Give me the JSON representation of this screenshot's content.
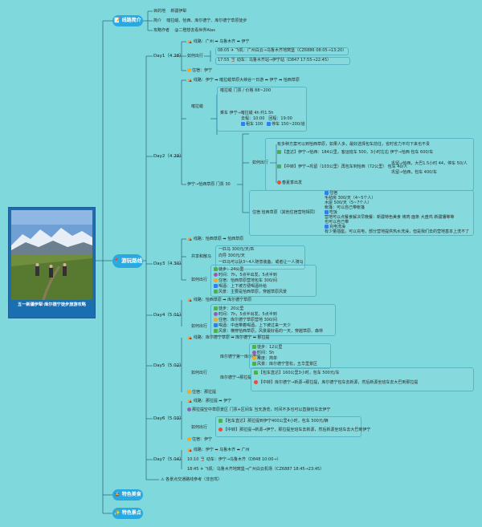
{
  "cover": {
    "title": "五一新疆伊犁·库尔德宁徒步旅游攻略"
  },
  "branches": {
    "intro": "📝 线路简介",
    "route": "📍 游玩路线",
    "food": "🍲 特色美食",
    "spots": "✨ 特色景点"
  },
  "intro_items": [
    {
      "k": "目的地",
      "v": "新疆伊犁"
    },
    {
      "k": "简介",
      "v": "喀拉峻、恰西、库尔德宁、库尔德宁草原徒步"
    },
    {
      "k": "攻略作者",
      "v": "@二橙想去看世界Alas"
    }
  ],
  "days": [
    {
      "label": "Day1（4.28）",
      "rows": [
        "⛺ 线路：广州 ➡ 乌鲁木齐 ➡ 伊宁",
        "如何出行",
        "08:05 ✈ 飞机：广州白云→乌鲁木齐地窝堡（CZ6886 08:05→13:20）",
        "17:55 🚆 动车：乌鲁木齐站→伊宁站（D847 17:55→22:45）",
        "住宿：伊宁"
      ]
    },
    {
      "label": "Day2（4.29）",
      "rows": [
        "⛺ 线路：伊宁 ➡ 喀拉峻草原大峡谷一日游 ➡ 伊宁 ➡ 恰西草原",
        "喀拉峻 门票 / 价格 88~200",
        "乘车 伊宁→喀拉峻 4h 约1.5h",
        "伊宁→恰西草原 门票 30",
        "如何出行",
        "【直达】伊宁→恰西：184公里，客运班车 500，3小时左右 伊宁→恰西 包车 600/车",
        "【中转】伊宁→巩留（103公里）再包车到恰西（72公里） 包车 40/人",
        "巩留→恰西，大巴1.5小时 44，停车 50/人",
        "巩留→恰西，包车 400/车",
        "春夏季出发",
        "住宿 恰西草原（其他住宿营地相同）"
      ]
    },
    {
      "label": "Day3（4.30）",
      "rows": [
        "⛺ 线路：恰西草原 ➡ 恰西草原",
        "共享和散马",
        "一匹马 300元/天/匹",
        "向导 300元/天",
        "一匹马可以驮3~4人随意装备，或者让一人骑马",
        "如何出行",
        "徒步：24公里",
        "时间：7h，5点半出发，5点半到",
        "住宿：恰西草原营地包车 300/间",
        "喝酒：上下坡方便喝酒补给",
        "风景：主要是恰西草原，穿越草原风景"
      ]
    },
    {
      "label": "Day4（5.01）",
      "rows": [
        "⛺ 线路：恰西草原 ➡ 库尔德宁草原",
        "如何出行",
        "徒步：20公里",
        "时间：7h，5点半出发，5点半到",
        "住宿：库尔德宁草原营地 300/间",
        "喝酒：中途带着喝酒，上下坡过来一天少",
        "风景：横穿恰西草原，风景最好看的一天，穿越草原、森林"
      ]
    },
    {
      "label": "Day5（5.02）",
      "rows": [
        "⛺ 线路：库尔德宁草原 ➡ 库尔德宁 ➡ 那拉提",
        "库尔德宁第一库尔德宁",
        "徒步：12公里",
        "时间：5h",
        "难度：简单",
        "风景：库尔德宁雪松，五华里景区",
        "如何出行",
        "库尔德宁→那拉提",
        "【包车直达】160公里3小时，包车 500元/车",
        "【中转】库尔德宁→新源→那拉提，库尔德宁包车去新源，然后新源坐班车去大巴到那拉提",
        "住宿：那拉提"
      ]
    },
    {
      "label": "Day6（5.03）",
      "rows": [
        "⛺ 线路：那拉提 ➡ 伊宁",
        "那拉提空中草原景区 门票+区间车 当天游览，时间不多也可以直接包车去伊宁",
        "如何出行",
        "【包车直达】那拉提到伊宁400公里4小时，包车 500元/辆",
        "【中转】那拉提→新源→伊宁，那拉提坐班车去新源，然后新源坐班车去大巴到伊宁",
        "住宿：伊宁"
      ]
    },
    {
      "label": "Day7（5.04）",
      "rows": [
        "⛺ 线路：伊宁 ➡ 乌鲁木齐 ➡ 广州",
        "10:10 🚆 动车：伊宁→乌鲁木齐（D848 10:00→）",
        "18:45 ✈ 飞机：乌鲁木齐地窝堡→广州白云机场（CZ6887 18:45→23:45）"
      ]
    }
  ],
  "footer_note": "⚠ 各景点交通路线参考（非自驾）"
}
